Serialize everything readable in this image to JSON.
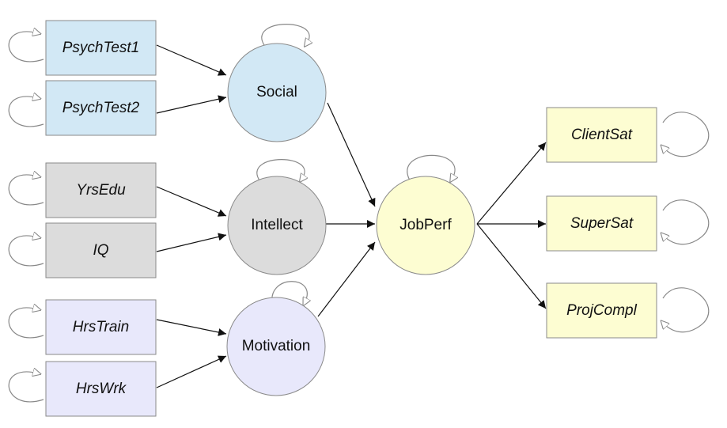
{
  "colors": {
    "blue": "#d2e8f5",
    "gray": "#dcdcdc",
    "lavender": "#e8e8fb",
    "yellow": "#fdfdd2",
    "edge": "#111111",
    "loop": "#888888"
  },
  "latent": {
    "social": "Social",
    "intellect": "Intellect",
    "motivation": "Motivation",
    "jobperf": "JobPerf"
  },
  "indicators": {
    "psychtest1": "PsychTest1",
    "psychtest2": "PsychTest2",
    "yrsedu": "YrsEdu",
    "iq": "IQ",
    "hrstrain": "HrsTrain",
    "hrswrk": "HrsWrk"
  },
  "outcomes": {
    "clientsat": "ClientSat",
    "supersat": "SuperSat",
    "projcompl": "ProjCompl"
  }
}
